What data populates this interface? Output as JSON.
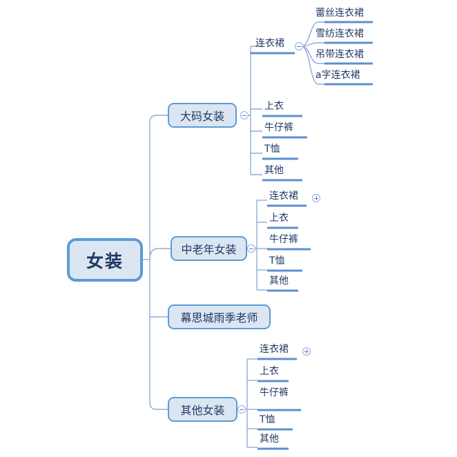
{
  "document": {
    "type": "mind-map",
    "title": "女装",
    "background_color": "#ffffff"
  },
  "colors": {
    "node_fill": "#dce6f2",
    "node_border": "#5b9bd5",
    "text": "#1f3864",
    "edge": "#8faadc",
    "leaf_underline": "#5b8fd0",
    "toggle_border": "#8faadc"
  },
  "root": {
    "label": "女装",
    "toggle": "none"
  },
  "branches": [
    {
      "label": "大码女装",
      "toggle": "minus",
      "children": [
        {
          "label": "连衣裙",
          "toggle": "minus",
          "children": [
            {
              "label": "蕾丝连衣裙",
              "toggle": "none"
            },
            {
              "label": "雪纺连衣裙",
              "toggle": "none"
            },
            {
              "label": "吊带连衣裙",
              "toggle": "none"
            },
            {
              "label": "a字连衣裙",
              "toggle": "none"
            }
          ]
        },
        {
          "label": "上衣",
          "toggle": "none",
          "children": []
        },
        {
          "label": "牛仔裤",
          "toggle": "none",
          "children": []
        },
        {
          "label": "T恤",
          "toggle": "none",
          "children": []
        },
        {
          "label": "其他",
          "toggle": "none",
          "children": []
        }
      ]
    },
    {
      "label": "中老年女装",
      "toggle": "minus",
      "children": [
        {
          "label": "连衣裙",
          "toggle": "plus",
          "children": []
        },
        {
          "label": "上衣",
          "toggle": "none",
          "children": []
        },
        {
          "label": "牛仔裤",
          "toggle": "none",
          "children": []
        },
        {
          "label": "T恤",
          "toggle": "none",
          "children": []
        },
        {
          "label": "其他",
          "toggle": "none",
          "children": []
        }
      ]
    },
    {
      "label": "幕思城雨季老师",
      "toggle": "none",
      "children": []
    },
    {
      "label": "其他女装",
      "toggle": "minus",
      "children": [
        {
          "label": "连衣裙",
          "toggle": "plus",
          "children": []
        },
        {
          "label": "上衣",
          "toggle": "none",
          "children": []
        },
        {
          "label": "牛仔裤",
          "toggle": "none",
          "children": []
        },
        {
          "label": "T恤",
          "toggle": "none",
          "children": []
        },
        {
          "label": "其他",
          "toggle": "none",
          "children": []
        }
      ]
    }
  ]
}
